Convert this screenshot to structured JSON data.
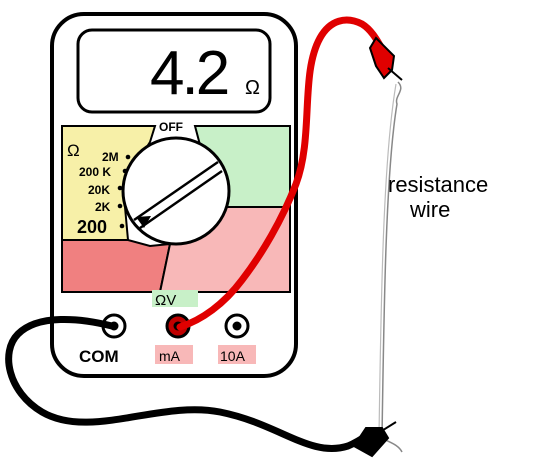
{
  "display": {
    "reading": "4.2",
    "unit": "Ω"
  },
  "dial": {
    "off_label": "OFF",
    "ohm_symbol": "Ω",
    "ranges": [
      "2M",
      "200 K",
      "20K",
      "2K",
      "200"
    ]
  },
  "jacks": {
    "com_label": "COM",
    "input_label": "ΩV",
    "ma_label": "mA",
    "amp_label": "10A"
  },
  "annotation": {
    "line1": "resistance",
    "line2": "wire"
  },
  "colors": {
    "ohm_zone": "#f7f0a8",
    "volt_zone": "#c8f0c8",
    "current_zone_dark": "#f08080",
    "current_zone_light": "#f8b8b8",
    "red_lead": "#e00000",
    "black_lead": "#000000",
    "ohm_v_badge": "#c8f0c8",
    "ma_badge": "#f8b8b8",
    "amp_badge": "#f8b8b8"
  }
}
